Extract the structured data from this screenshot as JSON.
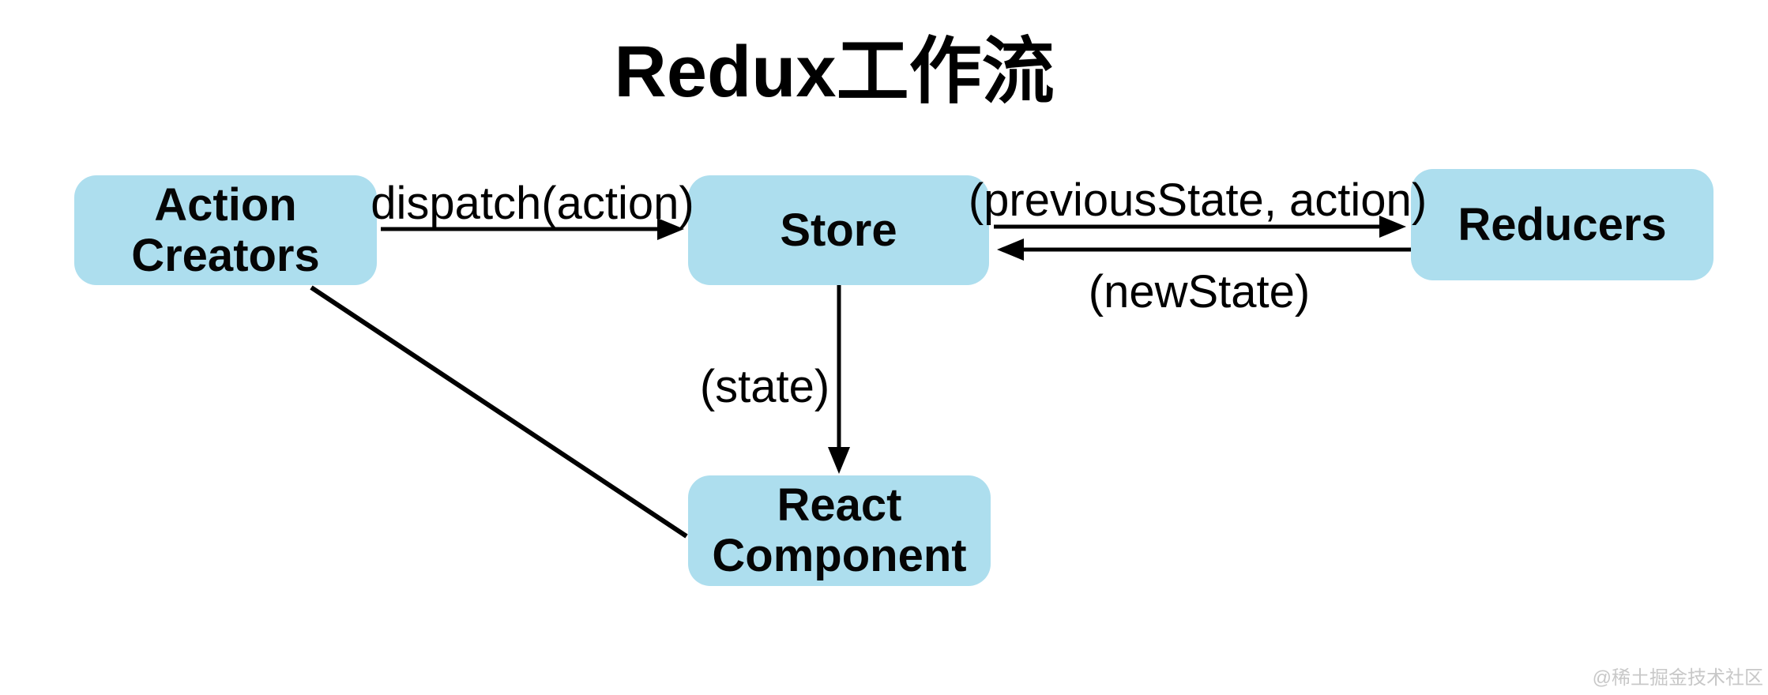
{
  "title": "Redux工作流",
  "nodes": {
    "action_creators": {
      "label": "Action Creators"
    },
    "store": {
      "label": "Store"
    },
    "reducers": {
      "label": "Reducers"
    },
    "react_component": {
      "label": "React Component"
    }
  },
  "edges": {
    "dispatch": {
      "label": "dispatch(action)",
      "from": "Action Creators",
      "to": "Store",
      "direction": "right"
    },
    "reduce": {
      "label": "(previousState, action)",
      "from": "Store",
      "to": "Reducers",
      "direction": "right"
    },
    "new_state": {
      "label": "(newState)",
      "from": "Reducers",
      "to": "Store",
      "direction": "left"
    },
    "state": {
      "label": "(state)",
      "from": "Store",
      "to": "React Component",
      "direction": "down"
    },
    "trigger": {
      "label": "",
      "from": "React Component",
      "to": "Action Creators",
      "direction": "none"
    }
  },
  "watermark": "@稀土掘金技术社区",
  "colors": {
    "background": "#FFFFFF",
    "node_fill": "#ADDEEE",
    "node_text": "#050505",
    "arrow": "#000000",
    "title_text": "#000000",
    "watermark_text": "#C8C8C8"
  }
}
